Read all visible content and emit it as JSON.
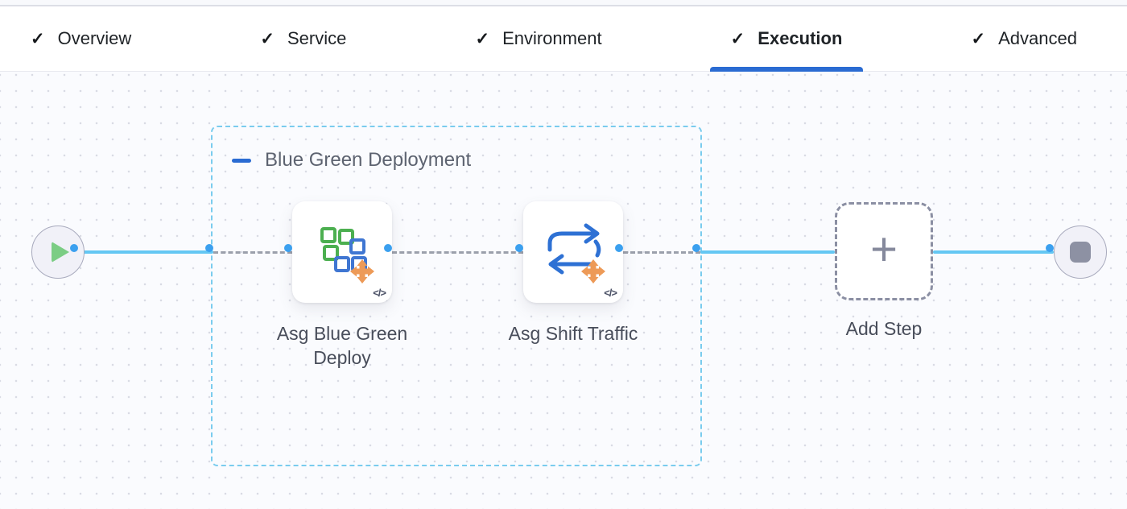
{
  "header": {
    "tabs": [
      {
        "label": "Overview",
        "checked": true,
        "active": false
      },
      {
        "label": "Service",
        "checked": true,
        "active": false
      },
      {
        "label": "Environment",
        "checked": true,
        "active": false
      },
      {
        "label": "Execution",
        "checked": true,
        "active": true
      },
      {
        "label": "Advanced",
        "checked": true,
        "active": false
      }
    ]
  },
  "canvas": {
    "group": {
      "label": "Blue Green Deployment"
    },
    "steps": [
      {
        "label": "Asg Blue Green Deploy",
        "type": "asg-blue-green-deploy"
      },
      {
        "label": "Asg Shift Traffic",
        "type": "asg-shift-traffic"
      }
    ],
    "add_step": {
      "label": "Add Step"
    }
  },
  "icons": {
    "check": "✓",
    "plus": "+",
    "code": "</>"
  },
  "colors": {
    "accent_blue": "#2a6bd2",
    "connector_blue": "#64c7f3",
    "port_ring": "#3ba0ef",
    "dashed_gray": "#9ba0ab",
    "group_border": "#7accee",
    "play_green": "#7bcd84",
    "stop_gray": "#8d91a3",
    "move_orange": "#ed9a57",
    "square_green": "#4caf50",
    "square_blue": "#3f76d2"
  }
}
